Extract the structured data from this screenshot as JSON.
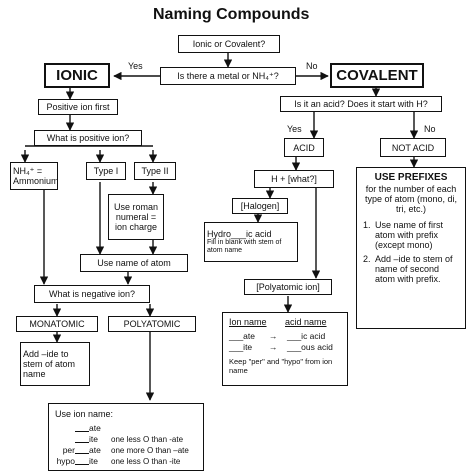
{
  "title": "Naming Compounds",
  "top": {
    "question": "Ionic or Covalent?",
    "metal_question": "Is there a metal or NH₄⁺?",
    "yes": "Yes",
    "no": "No"
  },
  "ionic": {
    "heading": "IONIC",
    "positive_first": "Positive ion first",
    "what_positive": "What is positive ion?",
    "nh4": "NH₄⁺ =",
    "ammonium": "Ammonium",
    "type1": "Type I",
    "type2": "Type II",
    "roman": "Use roman numeral = ion charge",
    "use_name": "Use name of atom",
    "what_negative": "What is negative ion?",
    "monatomic": "MONATOMIC",
    "polyatomic": "POLYATOMIC",
    "ide": "Add –ide to stem of atom name",
    "ion_name_heading": "Use ion name:",
    "ion_rows": [
      {
        "prefix": "",
        "suffix": "ate",
        "note": ""
      },
      {
        "prefix": "",
        "suffix": "ite",
        "note": "one less O than -ate"
      },
      {
        "prefix": "per",
        "suffix": "ate",
        "note": "one more O than –ate"
      },
      {
        "prefix": "hypo",
        "suffix": "ite",
        "note": "one less O than -ite"
      }
    ]
  },
  "covalent": {
    "heading": "COVALENT",
    "acid_question": "Is it an acid?  Does it start with H?",
    "yes": "Yes",
    "no": "No",
    "acid": "ACID",
    "not_acid": "NOT ACID",
    "h_what": "H  +  [what?]",
    "halogen": "[Halogen]",
    "hydro": "Hydro___ic acid",
    "hydro_note": "Fill in blank with stem of atom name",
    "polyatomic_ion": "[Polyatomic ion]",
    "ion_name_label": "Ion name",
    "acid_name_label": "acid name",
    "acid_rows": [
      {
        "ion": "___ate",
        "arrow": "→",
        "acid": "___ic acid"
      },
      {
        "ion": "___ite",
        "arrow": "→",
        "acid": "___ous acid"
      }
    ],
    "keep_note": "Keep \"per\" and \"hypo\" from ion name",
    "use_prefixes": "USE PREFIXES",
    "prefix_desc": "for the number of each type of atom (mono, di, tri, etc.)",
    "steps": [
      "Use name of first atom with prefix (except mono)",
      "Add –ide to stem of name of second atom with prefix."
    ]
  }
}
